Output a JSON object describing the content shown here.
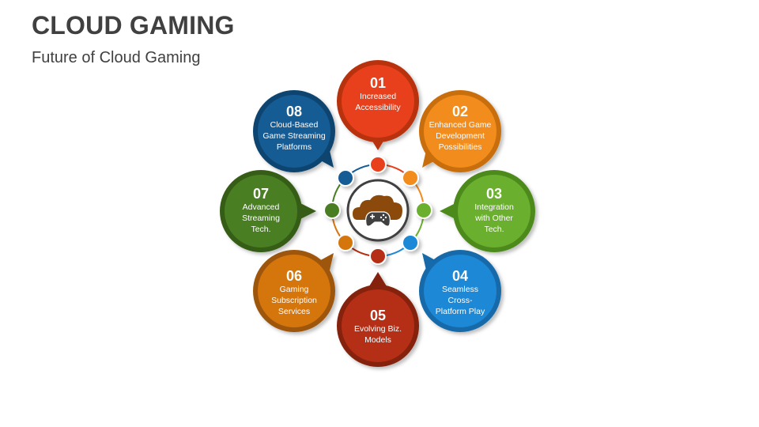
{
  "header": {
    "title": "CLOUD GAMING",
    "subtitle": "Future of Cloud Gaming"
  },
  "center": {
    "icon": "cloud-gamepad-icon",
    "cloud_color": "#8B4A0C",
    "gamepad_color": "#404040",
    "ring_color": "#404040"
  },
  "items": [
    {
      "number": "01",
      "label_lines": [
        "Increased",
        "Accessibility"
      ],
      "color": "#E8401C",
      "border": "#B8310F"
    },
    {
      "number": "02",
      "label_lines": [
        "Enhanced Game",
        "Development",
        "Possibilities"
      ],
      "color": "#F28C1F",
      "border": "#C96E0E"
    },
    {
      "number": "03",
      "label_lines": [
        "Integration",
        "with Other",
        "Tech."
      ],
      "color": "#6AAF2E",
      "border": "#4E8A1E"
    },
    {
      "number": "04",
      "label_lines": [
        "Seamless",
        "Cross-",
        "Platform Play"
      ],
      "color": "#1E88D6",
      "border": "#166BAA"
    },
    {
      "number": "05",
      "label_lines": [
        "Evolving Biz.",
        "Models"
      ],
      "color": "#B52E14",
      "border": "#84200C"
    },
    {
      "number": "06",
      "label_lines": [
        "Gaming",
        "Subscription",
        "Services"
      ],
      "color": "#D5760F",
      "border": "#9E560A"
    },
    {
      "number": "07",
      "label_lines": [
        "Advanced",
        "Streaming",
        "Tech."
      ],
      "color": "#4A7F23",
      "border": "#345D17"
    },
    {
      "number": "08",
      "label_lines": [
        "Cloud-Based",
        "Game Streaming",
        "Platforms"
      ],
      "color": "#155C94",
      "border": "#0F4570"
    }
  ],
  "text": {
    "i0": "01",
    "i0l": "Increased\nAccessibility",
    "i1": "02",
    "i1l": "Enhanced Game\nDevelopment\nPossibilities",
    "i2": "03",
    "i2l": "Integration\nwith Other\nTech.",
    "i3": "04",
    "i3l": "Seamless\nCross-\nPlatform Play",
    "i4": "05",
    "i4l": "Evolving Biz.\nModels",
    "i5": "06",
    "i5l": "Gaming\nSubscription\nServices",
    "i6": "07",
    "i6l": "Advanced\nStreaming\nTech.",
    "i7": "08",
    "i7l": "Cloud-Based\nGame Streaming\nPlatforms"
  }
}
